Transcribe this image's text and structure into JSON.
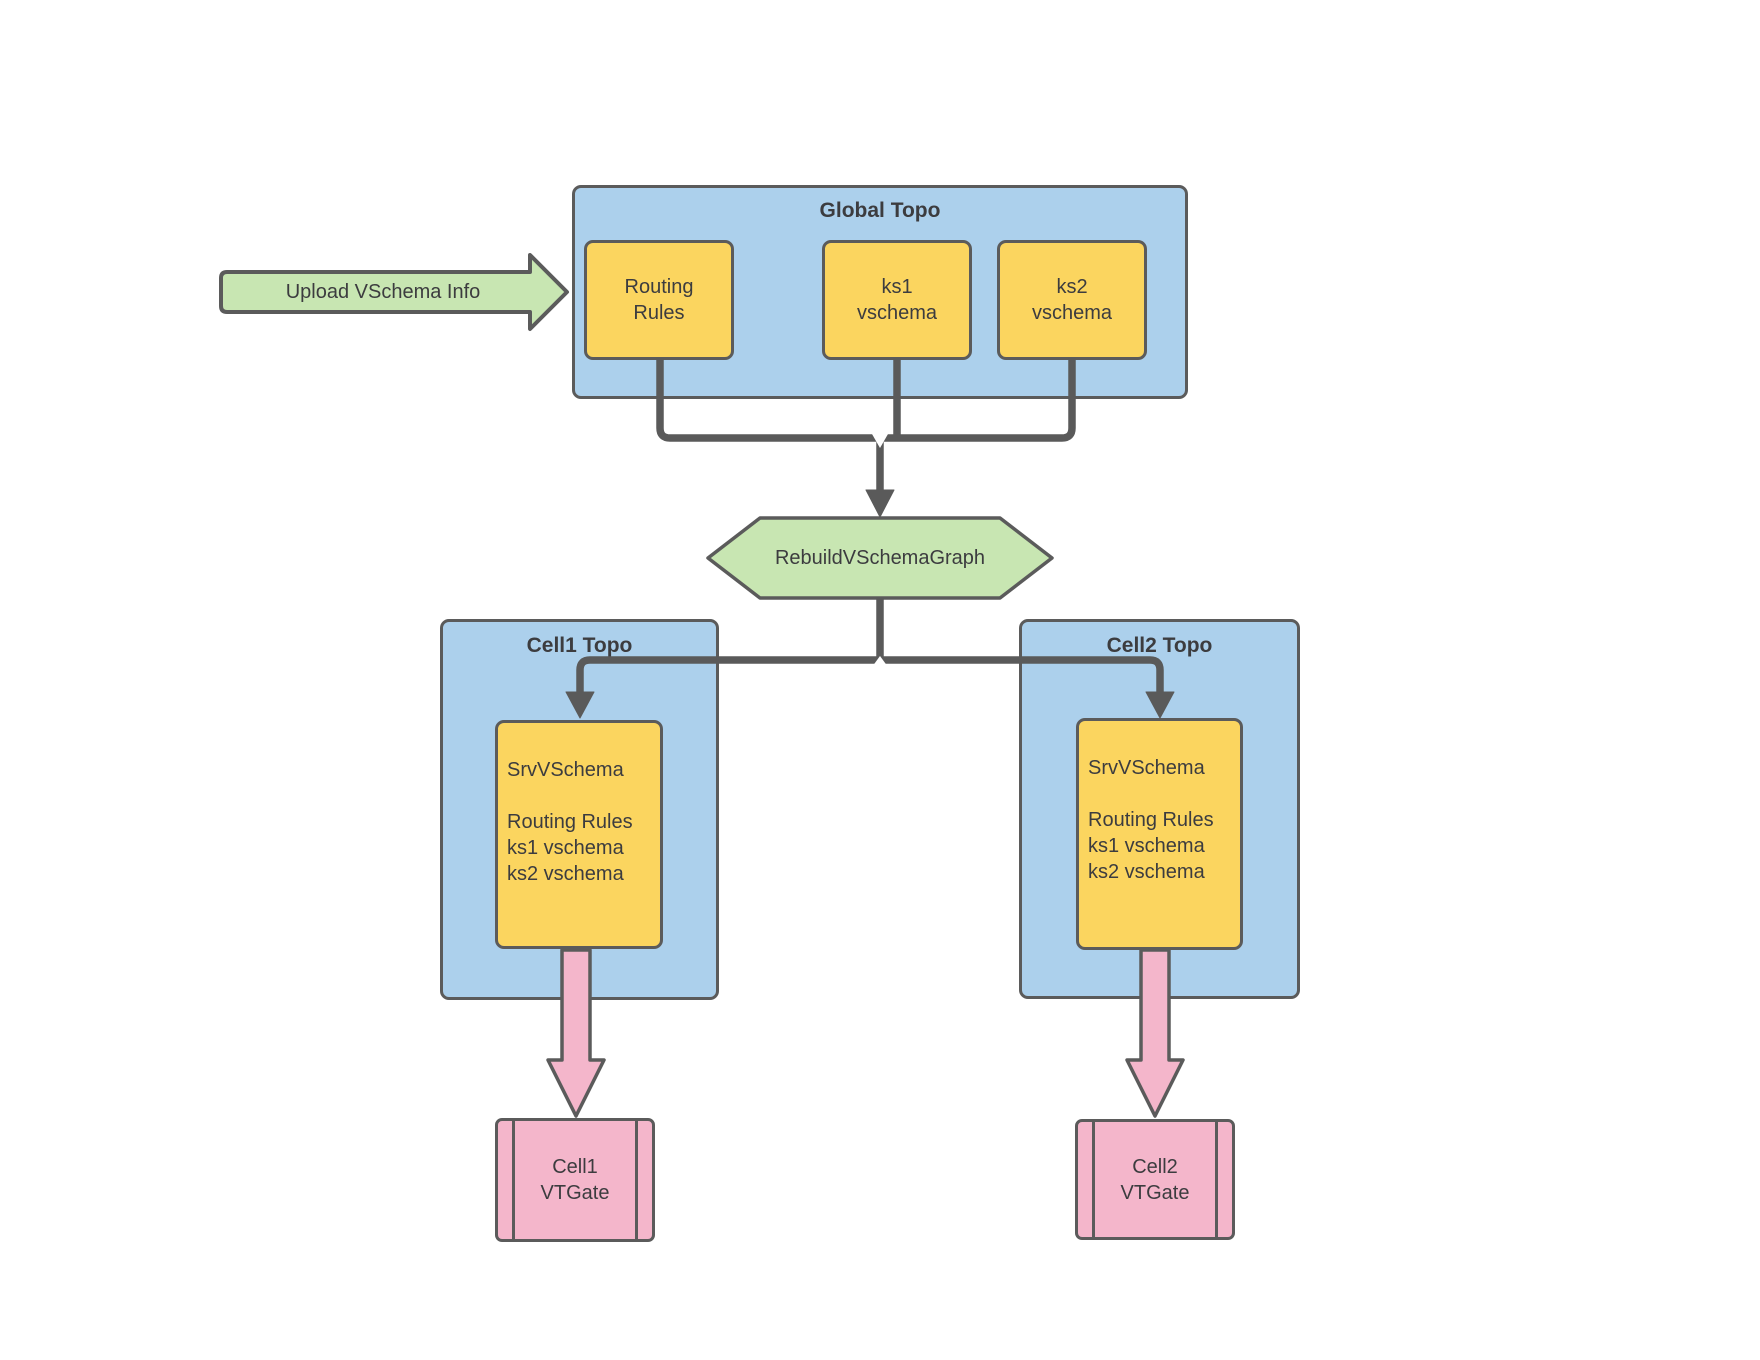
{
  "colors": {
    "bg": "#ffffff",
    "blue": "#ACD0EC",
    "yellow": "#FBD55F",
    "green": "#C8E6B2",
    "pink": "#F4B6CB",
    "stroke": "#5B5B5B",
    "line": "#5A5A5A",
    "text": "#3C3C3F"
  },
  "upload_arrow": {
    "label": "Upload VSchema Info"
  },
  "global_topo": {
    "title": "Global Topo",
    "routing_rules": "Routing\nRules",
    "ks1": "ks1\nvschema",
    "ks2": "ks2\nvschema"
  },
  "rebuild_step": {
    "label": "RebuildVSchemaGraph"
  },
  "cell1": {
    "title": "Cell1 Topo",
    "srv_vschema": "SrvVSchema\n\nRouting Rules\nks1 vschema\nks2 vschema",
    "vtgate": "Cell1\nVTGate"
  },
  "cell2": {
    "title": "Cell2 Topo",
    "srv_vschema": "SrvVSchema\n\nRouting Rules\nks1 vschema\nks2 vschema",
    "vtgate": "Cell2\nVTGate"
  }
}
